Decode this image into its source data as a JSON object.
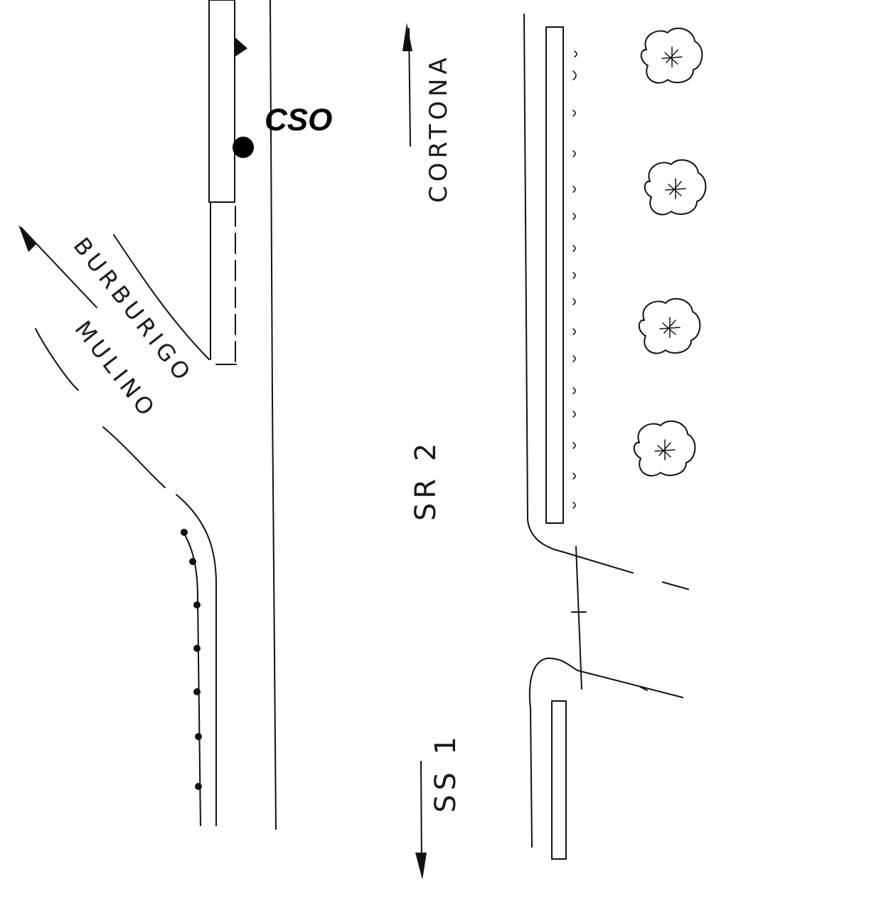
{
  "labels": {
    "cso": "CSO",
    "cortona": "CORTONA",
    "sr2": "SR 2",
    "ss1": "SS 1",
    "burburigo": "BURBURIGO",
    "mulino": "MULINO"
  },
  "icons": {
    "trees": [
      "tree-icon",
      "tree-icon",
      "tree-icon",
      "tree-icon"
    ],
    "cso_marker": "filled-circle"
  },
  "colors": {
    "ink": "#111111",
    "background": "#ffffff"
  }
}
